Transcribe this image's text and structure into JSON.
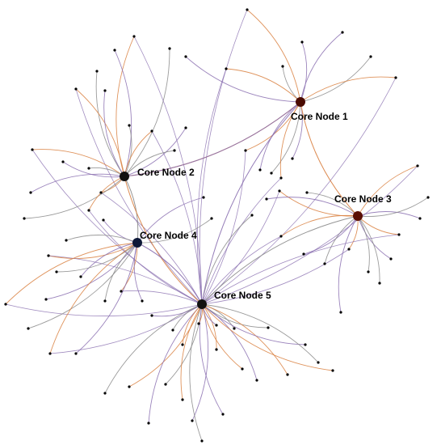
{
  "core_nodes": [
    {
      "id": "core-node-1",
      "label": "Core Node 1",
      "color": "#4a0a00"
    },
    {
      "id": "core-node-2",
      "label": "Core Node 2",
      "color": "#111111"
    },
    {
      "id": "core-node-3",
      "label": "Core Node 3",
      "color": "#5a0f05"
    },
    {
      "id": "core-node-4",
      "label": "Core Node 4",
      "color": "#0d1838"
    },
    {
      "id": "core-node-5",
      "label": "Core Node 5",
      "color": "#111111"
    }
  ],
  "edge_colors": {
    "orange": "#d98040",
    "purple": "#8a6fb0",
    "gray": "#8a8a8a",
    "peer_node": "#000000"
  }
}
